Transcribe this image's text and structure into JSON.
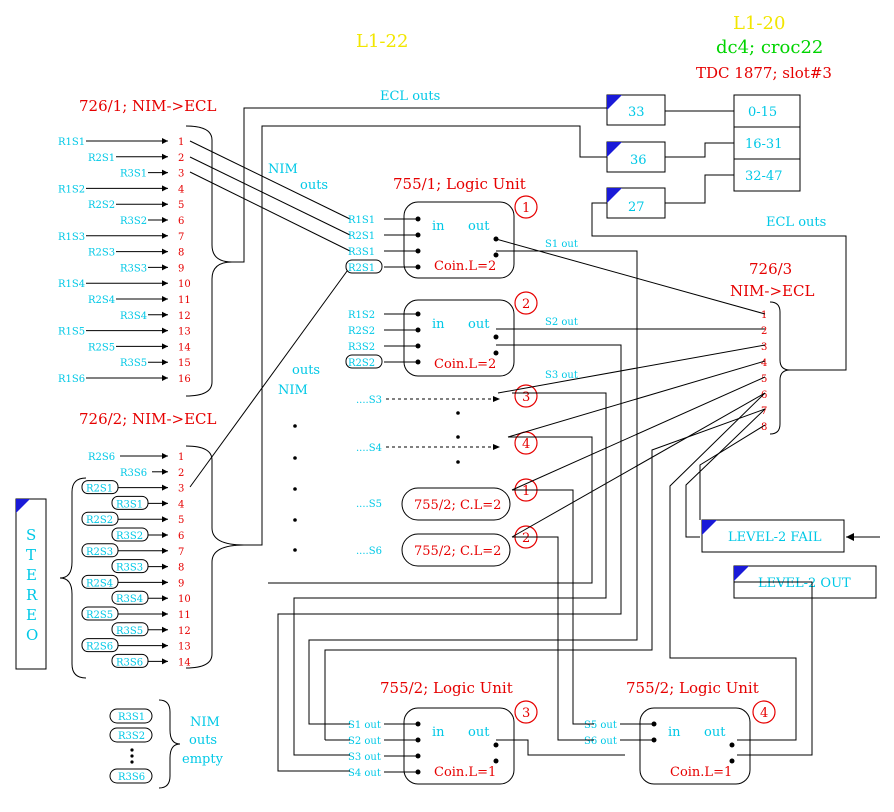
{
  "header": {
    "l1_22": "L1-22",
    "l1_20": "L1-20",
    "dc4_croc22": "dc4;  croc22",
    "tdc": "TDC 1877; slot#3"
  },
  "modules": {
    "m726_1": "726/1; NIM->ECL",
    "m726_2": "726/2; NIM->ECL",
    "m726_3_a": "726/3",
    "m726_3_b": "NIM->ECL",
    "m755_1": "755/1; Logic Unit",
    "m755_2a": "755/2; Logic Unit",
    "m755_2b": "755/2; Logic Unit",
    "cl_box1": "755/2; C.L=2",
    "cl_box2": "755/2; C.L=2"
  },
  "labels": {
    "ecl_outs_top": "ECL outs",
    "ecl_outs_right": "ECL outs",
    "nim_outs_1": "NIM",
    "nim_outs_2": "outs",
    "outs_nim_1": "outs",
    "outs_nim_2": "NIM",
    "nim_empty_1": "NIM",
    "nim_empty_2": "outs",
    "nim_empty_3": "empty",
    "stereo": "STEREO",
    "level2_fail": "LEVEL-2 FAIL",
    "level2_out": "LEVEL-2 OUT",
    "in": "in",
    "out": "out",
    "coin2": "Coin.L=2",
    "coin1": "Coin.L=1"
  },
  "tdc_channels": [
    "0-15",
    "16-31",
    "32-47"
  ],
  "cable_numbers": [
    "33",
    "36",
    "27"
  ],
  "m726_1_inputs": [
    "R1S1",
    "R2S1",
    "R3S1",
    "R1S2",
    "R2S2",
    "R3S2",
    "R1S3",
    "R2S3",
    "R3S3",
    "R1S4",
    "R2S4",
    "R3S4",
    "R1S5",
    "R2S5",
    "R3S5",
    "R1S6"
  ],
  "m726_1_channels": [
    "1",
    "2",
    "3",
    "4",
    "5",
    "6",
    "7",
    "8",
    "9",
    "10",
    "11",
    "12",
    "13",
    "14",
    "15",
    "16"
  ],
  "m726_2_inputs": [
    "R2S6",
    "R3S6",
    "R2S1",
    "R3S1",
    "R2S2",
    "R3S2",
    "R2S3",
    "R3S3",
    "R2S4",
    "R3S4",
    "R2S5",
    "R3S5",
    "R2S6",
    "R3S6"
  ],
  "m726_2_channels": [
    "1",
    "2",
    "3",
    "4",
    "5",
    "6",
    "7",
    "8",
    "9",
    "10",
    "11",
    "12",
    "13",
    "14"
  ],
  "m726_3_channels": [
    "1",
    "2",
    "3",
    "4",
    "5",
    "6",
    "7",
    "8"
  ],
  "lu1_inputs": [
    "R1S1",
    "R2S1",
    "R3S1",
    "R2S1"
  ],
  "lu2_inputs": [
    "R1S2",
    "R2S2",
    "R3S2",
    "R2S2"
  ],
  "lu3_inputs": [
    "S1 out",
    "S2 out",
    "S3 out",
    "S4 out"
  ],
  "lu4_inputs": [
    "S5 out",
    "S6 out"
  ],
  "s_outs": [
    "S1 out",
    "S2 out",
    "S3 out"
  ],
  "dotted_inputs": [
    "....S3",
    "....S4",
    "....S5",
    "....S6"
  ],
  "circle_numbers": [
    "1",
    "2",
    "3",
    "4",
    "1",
    "2",
    "3",
    "4"
  ],
  "empty_outs": [
    "R3S1",
    "R3S2",
    "R3S6"
  ],
  "ellipsis": "•\n•\n•",
  "colors": {
    "cyan": "#00c8e6",
    "red": "#e60000",
    "yellow": "#f2e600",
    "green": "#00d400"
  }
}
